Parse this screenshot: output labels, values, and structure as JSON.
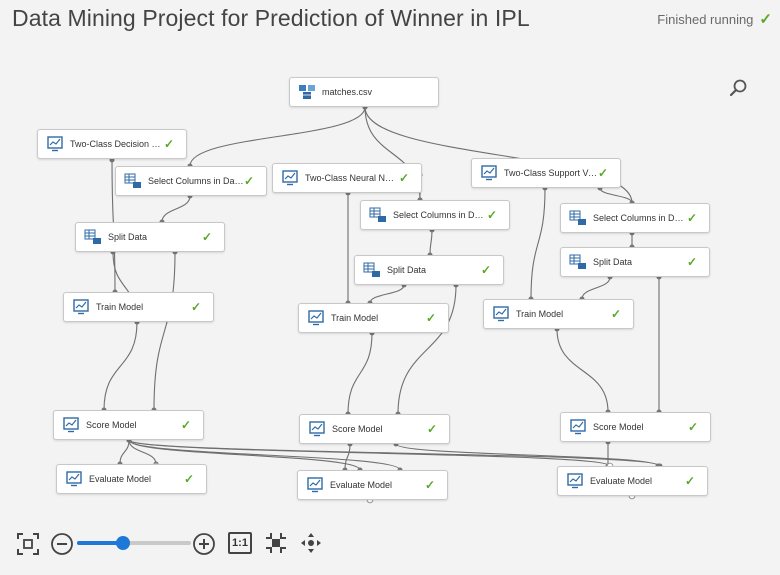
{
  "header": {
    "title": "Data Mining Project for Prediction of Winner in IPL",
    "status": "Finished running"
  },
  "canvas": {
    "nodes": [
      {
        "id": "matches",
        "label": "matches.csv",
        "icon": "dataset-icon",
        "check": false
      },
      {
        "id": "df",
        "label": "Two-Class Decision Forest",
        "icon": "model-icon",
        "check": true
      },
      {
        "id": "sc1",
        "label": "Select Columns in Dataset",
        "icon": "table-icon",
        "check": true
      },
      {
        "id": "nn",
        "label": "Two-Class Neural Network",
        "icon": "model-icon",
        "check": true
      },
      {
        "id": "svm",
        "label": "Two-Class Support Vector M...",
        "icon": "model-icon",
        "check": true
      },
      {
        "id": "sc2",
        "label": "Select Columns in Dataset",
        "icon": "table-icon",
        "check": true
      },
      {
        "id": "sc3",
        "label": "Select Columns in Dataset",
        "icon": "table-icon",
        "check": true
      },
      {
        "id": "sd1",
        "label": "Split Data",
        "icon": "table-icon",
        "check": true
      },
      {
        "id": "sd2",
        "label": "Split Data",
        "icon": "table-icon",
        "check": true
      },
      {
        "id": "sd3",
        "label": "Split Data",
        "icon": "table-icon",
        "check": true
      },
      {
        "id": "tm1",
        "label": "Train Model",
        "icon": "model-icon",
        "check": true
      },
      {
        "id": "tm2",
        "label": "Train Model",
        "icon": "model-icon",
        "check": true
      },
      {
        "id": "tm3",
        "label": "Train Model",
        "icon": "model-icon",
        "check": true
      },
      {
        "id": "sm1",
        "label": "Score Model",
        "icon": "model-icon",
        "check": true
      },
      {
        "id": "sm2",
        "label": "Score Model",
        "icon": "model-icon",
        "check": true
      },
      {
        "id": "sm3",
        "label": "Score Model",
        "icon": "model-icon",
        "check": true
      },
      {
        "id": "em1",
        "label": "Evaluate Model",
        "icon": "model-icon",
        "check": true
      },
      {
        "id": "em2",
        "label": "Evaluate Model",
        "icon": "model-icon",
        "check": true
      },
      {
        "id": "em3",
        "label": "Evaluate Model",
        "icon": "model-icon",
        "check": true
      }
    ]
  },
  "toolbar": {
    "zoom_level": 0.4,
    "actual_size_label": "1:1",
    "tools": [
      "fit-to-screen-icon",
      "zoom-out-icon",
      "zoom-in-icon",
      "actual-size-icon",
      "center-icon",
      "pan-icon"
    ]
  },
  "colors": {
    "accent": "#1e78d7",
    "success": "#5aa72a",
    "edge": "#6f6f6f"
  }
}
